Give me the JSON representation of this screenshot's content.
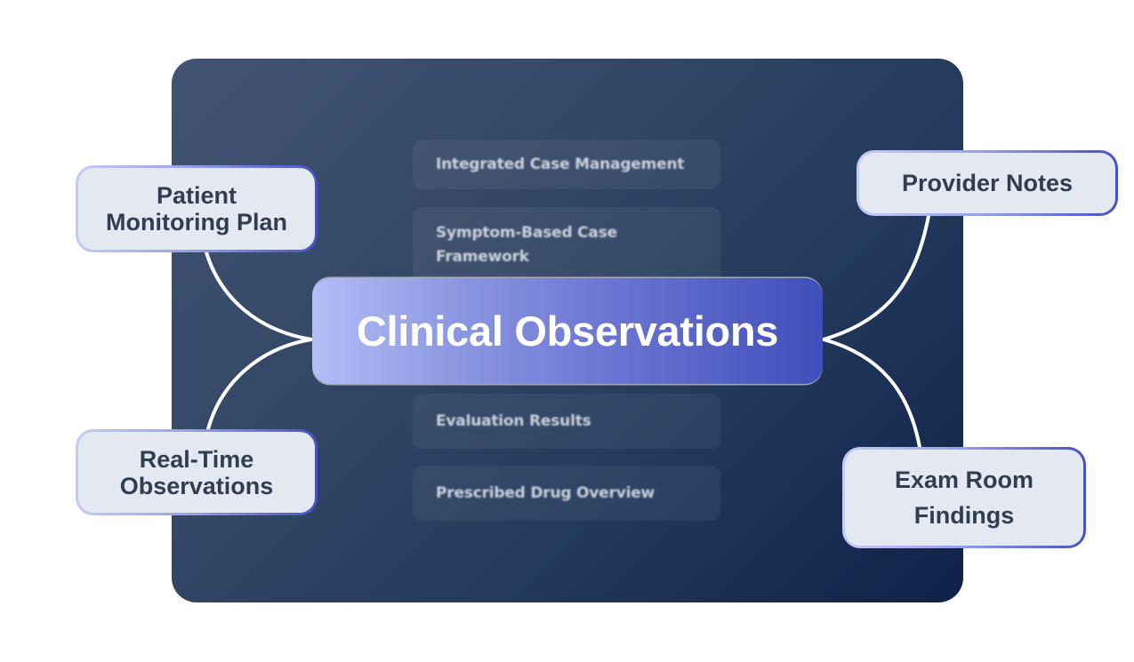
{
  "diagram": {
    "center": {
      "label": "Clinical Observations"
    },
    "nodes": {
      "patient_monitoring": {
        "label": "Patient\nMonitoring Plan"
      },
      "real_time": {
        "label": "Real-Time\nObservations"
      },
      "provider_notes": {
        "label": "Provider Notes"
      },
      "exam_room": {
        "label": "Exam Room\nFindings"
      }
    },
    "background_cards": [
      {
        "label": "Integrated Case Management"
      },
      {
        "label": "Symptom-Based Case\nFramework"
      },
      {
        "label": "Evaluation Results"
      },
      {
        "label": "Prescribed Drug Overview"
      }
    ],
    "connections": [
      {
        "from": "Clinical Observations",
        "to": "Patient Monitoring Plan"
      },
      {
        "from": "Clinical Observations",
        "to": "Real-Time Observations"
      },
      {
        "from": "Clinical Observations",
        "to": "Provider Notes"
      },
      {
        "from": "Clinical Observations",
        "to": "Exam Room Findings"
      }
    ],
    "colors": {
      "panel_dark": "#0f2147",
      "panel_light": "#435473",
      "center_start": "#b3bdf6",
      "center_end": "#3f4fba",
      "node_fill": "#e4e8f1",
      "node_text": "#313e52",
      "connector": "#ffffff"
    }
  }
}
